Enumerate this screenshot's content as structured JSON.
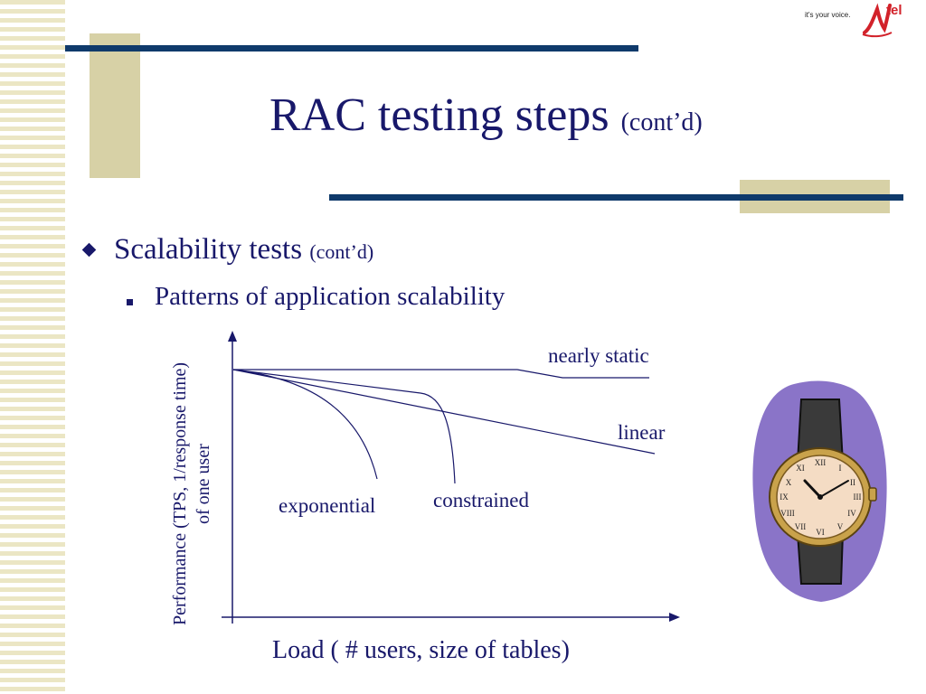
{
  "slide": {
    "title": "RAC testing steps",
    "title_suffix": "(cont’d)",
    "bullet1": "Scalability tests",
    "bullet1_suffix": "(cont’d)",
    "bullet2": "Patterns of application scalability"
  },
  "logo": {
    "tagline": "it's your voice.",
    "brand": "tel"
  },
  "diagram": {
    "y_axis_label_line1": "Performance (TPS, 1/response time)",
    "y_axis_label_line2": "of one user",
    "x_axis_label": "Load ( # users, size of tables)",
    "curves": {
      "nearly_static": "nearly static",
      "linear": "linear",
      "exponential": "exponential",
      "constrained": "constrained"
    }
  },
  "colors": {
    "navy": "#0f3a6b",
    "text": "#18186a",
    "tan": "#d7d1a6",
    "stripe": "#ebe6c4",
    "watch_bg": "#8a74c8"
  },
  "icons": {
    "watch": "wristwatch-clipart",
    "logo": "mtel-logo"
  }
}
